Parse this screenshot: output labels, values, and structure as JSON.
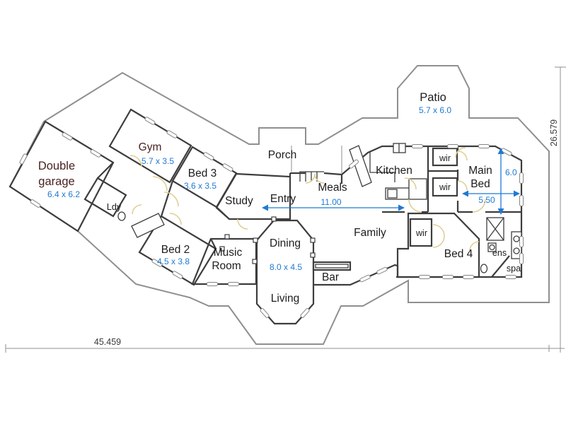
{
  "colors": {
    "room_label": "#1c1c1c",
    "garage_gym_label": "#4a2222",
    "dimension_blue": "#1f7ad2",
    "wall": "#3d3d3d",
    "outer_boundary": "#8f8f8f",
    "door_arc": "#dfcf96"
  },
  "rooms": {
    "double_garage": {
      "line1": "Double",
      "line2": "garage",
      "size": "6.4 x 6.2"
    },
    "gym": {
      "label": "Gym",
      "size": "5.7 x 3.5"
    },
    "bed3": {
      "label": "Bed 3",
      "size": "3.6 x 3.5"
    },
    "study": {
      "label": "Study"
    },
    "ldy": {
      "label": "Ldy"
    },
    "bed2": {
      "label": "Bed 2",
      "size": "4.5 x 3.8"
    },
    "music_room": {
      "line1": "Music",
      "line2": "Room"
    },
    "porch": {
      "label": "Porch"
    },
    "entry": {
      "label": "Entry"
    },
    "meals": {
      "label": "Meals"
    },
    "kitchen": {
      "label": "Kitchen"
    },
    "patio": {
      "label": "Patio",
      "size": "5.7 x 6.0"
    },
    "wir_top": {
      "label": "wir"
    },
    "wir_mid": {
      "label": "wir"
    },
    "wir_bed4": {
      "label": "wir"
    },
    "main_bed": {
      "line1": "Main",
      "line2": "Bed"
    },
    "family": {
      "label": "Family"
    },
    "bed4": {
      "label": "Bed 4"
    },
    "ens": {
      "label": "ens"
    },
    "spa": {
      "label": "spa"
    },
    "bar": {
      "label": "Bar"
    },
    "dining": {
      "label": "Dining",
      "size": "8.0 x 4.5"
    },
    "living": {
      "label": "Living"
    }
  },
  "measurements": {
    "overall_width": "45.459",
    "overall_height": "26.579",
    "internal_width": "11.00",
    "main_bed_height": "6.0",
    "main_bed_width": "5.50"
  }
}
